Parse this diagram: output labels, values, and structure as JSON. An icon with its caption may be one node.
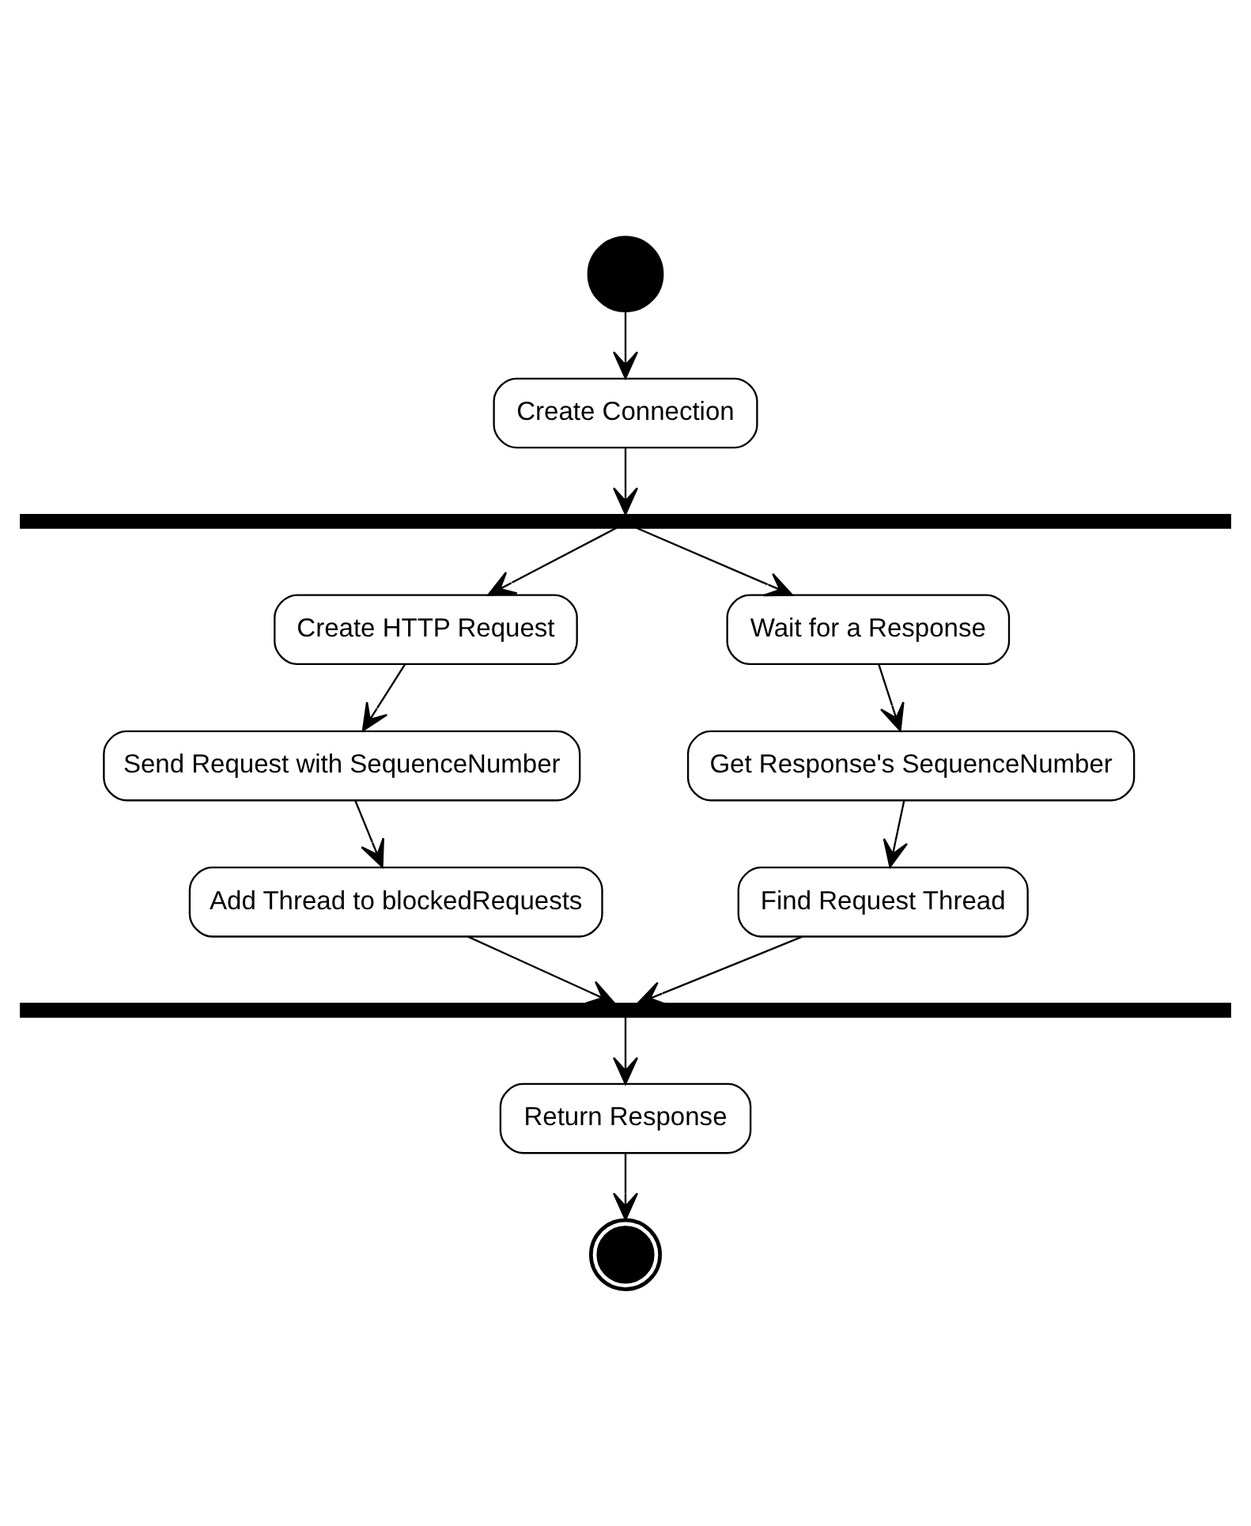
{
  "diagram": {
    "nodes": [
      {
        "text": [],
        "shape": "circle"
      },
      {
        "text": [
          "Create Connection"
        ]
      },
      {
        "text": [],
        "shape": "bar"
      },
      {
        "text": [
          "Create HTTP Request"
        ]
      },
      {
        "text": [
          "Wait for a Response"
        ]
      },
      {
        "text": [
          "Send Request with SequenceNumber"
        ]
      },
      {
        "text": [
          "Get Response's SequenceNumber"
        ]
      },
      {
        "text": [
          "Add Thread to blockedRequests"
        ]
      },
      {
        "text": [
          "Find Request Thread"
        ]
      },
      {
        "text": [],
        "shape": "bar"
      },
      {
        "text": [
          "Return Response"
        ]
      },
      {
        "text": [],
        "shape": "circle"
      }
    ],
    "edges": [
      {
        "from": 0,
        "to": 1,
        "arrow": "to"
      },
      {
        "from": 1,
        "to": 2,
        "arrow": "to"
      },
      {
        "from": 2,
        "to": 3,
        "arrow": "to"
      },
      {
        "from": 2,
        "to": 4,
        "arrow": "to"
      },
      {
        "from": 3,
        "to": 5,
        "arrow": "to"
      },
      {
        "from": 4,
        "to": 6,
        "arrow": "to"
      },
      {
        "from": 5,
        "to": 7,
        "arrow": "to"
      },
      {
        "from": 6,
        "to": 8,
        "arrow": "to"
      },
      {
        "from": 7,
        "to": 9,
        "arrow": "to"
      },
      {
        "from": 8,
        "to": 9,
        "arrow": "to"
      },
      {
        "from": 9,
        "to": 10,
        "arrow": "to"
      },
      {
        "from": 10,
        "to": 11,
        "arrow": "to"
      }
    ]
  }
}
